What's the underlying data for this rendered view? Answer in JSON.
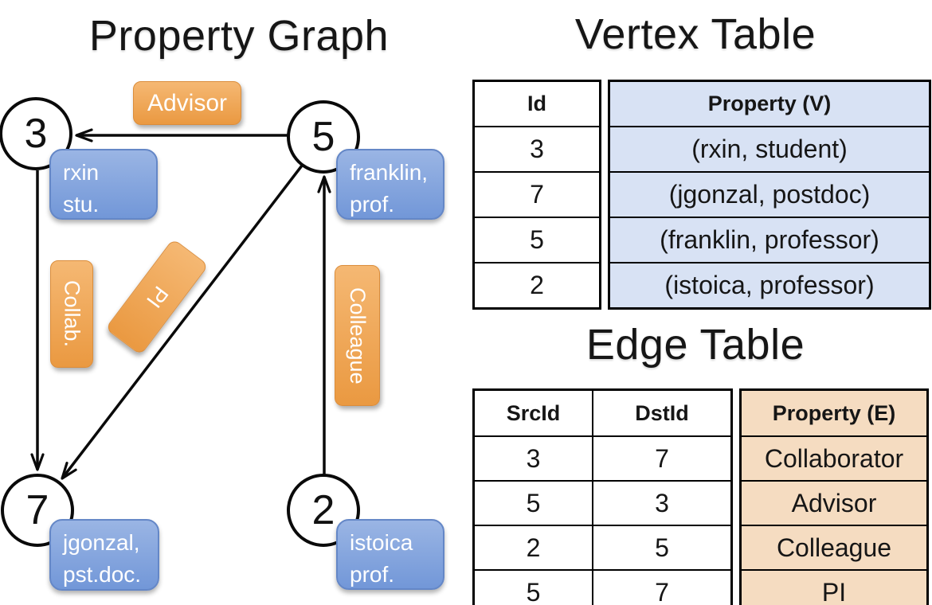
{
  "diagram": {
    "title": "Property Graph",
    "nodes": {
      "n3": {
        "label": "3",
        "lines": [
          "rxin",
          "stu."
        ]
      },
      "n5": {
        "label": "5",
        "lines": [
          "franklin,",
          "prof."
        ]
      },
      "n7": {
        "label": "7",
        "lines": [
          "jgonzal,",
          "pst.doc."
        ]
      },
      "n2": {
        "label": "2",
        "lines": [
          "istoica",
          "prof."
        ]
      }
    },
    "edge_labels": {
      "advisor": "Advisor",
      "collab": "Collab.",
      "pi": "PI",
      "colleague": "Colleague"
    }
  },
  "vertex_table": {
    "title": "Vertex Table",
    "columns": [
      "Id",
      "Property (V)"
    ],
    "rows": [
      [
        "3",
        "(rxin, student)"
      ],
      [
        "7",
        "(jgonzal, postdoc)"
      ],
      [
        "5",
        "(franklin, professor)"
      ],
      [
        "2",
        "(istoica, professor)"
      ]
    ]
  },
  "edge_table": {
    "title": "Edge Table",
    "columns": [
      "SrcId",
      "DstId",
      "Property (E)"
    ],
    "rows": [
      [
        "3",
        "7",
        "Collaborator"
      ],
      [
        "5",
        "3",
        "Advisor"
      ],
      [
        "2",
        "5",
        "Colleague"
      ],
      [
        "5",
        "7",
        "PI"
      ]
    ]
  },
  "colors": {
    "edge_label_orange_top": "#F5B873",
    "edge_label_orange_bottom": "#EA9941",
    "vertex_box_blue_top": "#9AB5E4",
    "vertex_box_blue_bottom": "#7297D8",
    "vertex_property_cell_bg": "#D8E2F4",
    "edge_property_cell_bg": "#F5DCC1",
    "table_border": "#000000",
    "arrow": "#0A0A0A"
  }
}
